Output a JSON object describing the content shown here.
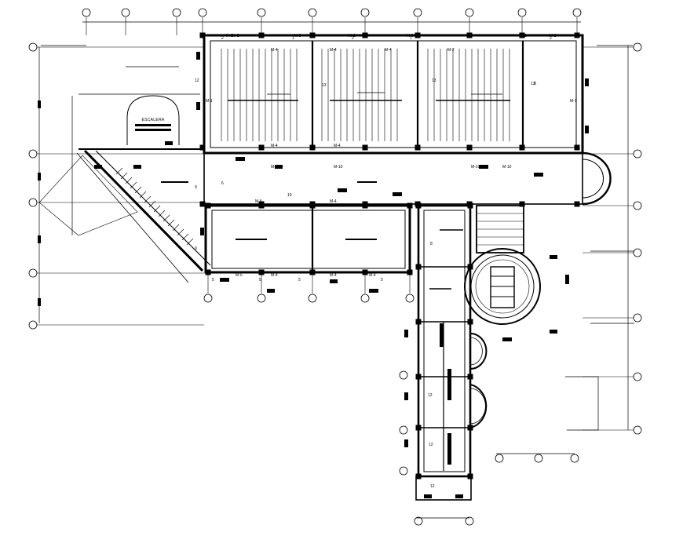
{
  "drawing": {
    "stair_label": "ESCALERA",
    "wall_tags": [
      "M-2",
      "M-4",
      "M-3",
      "M-4",
      "M-2",
      "M-4",
      "M-3",
      "M-2",
      "M-1",
      "M-1",
      "M-10",
      "M-10",
      "M-10",
      "M-10",
      "M-4",
      "M-4",
      "M-2",
      "M-2",
      "M-2",
      "M-5",
      "M-4",
      "M-4",
      "M-5",
      "M-4",
      "M-4"
    ],
    "room_numbers": [
      "2",
      "1",
      "2",
      "1",
      "2",
      "13",
      "13",
      "13",
      "12",
      "9",
      "6",
      "10",
      "5",
      "5",
      "5",
      "5",
      "12",
      "12",
      "12",
      "9",
      "8",
      "8"
    ]
  }
}
